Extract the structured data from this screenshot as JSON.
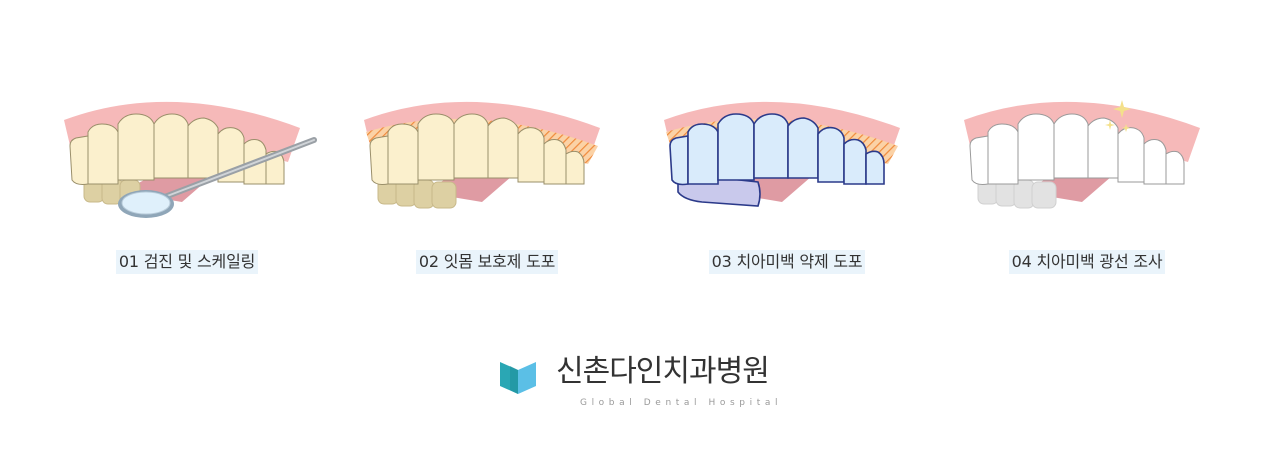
{
  "steps": [
    {
      "label": "01 검진 및 스케일링"
    },
    {
      "label": "02 잇몸 보호제 도포"
    },
    {
      "label": "03 치아미백 약제 도포"
    },
    {
      "label": "04 치아미백 광선 조사"
    }
  ],
  "brand": {
    "name": "신촌다인치과병원",
    "subtitle": "Global Dental Hospital"
  },
  "colors": {
    "gum": "#f6b9b9",
    "tooth_natural": "#fbf0cd",
    "lower_tooth": "#ddd0a3",
    "gum_protector": "#f4a35a",
    "whitening_gel": "#d9ebfb",
    "white_tooth": "#ffffff",
    "caption_bg": "#eaf4fb",
    "logo_teal": "#2aa7b4",
    "logo_blue": "#5bbfe6"
  },
  "icons": [
    "dental-mirror-icon",
    "sparkle-icon",
    "book-logo-icon"
  ]
}
